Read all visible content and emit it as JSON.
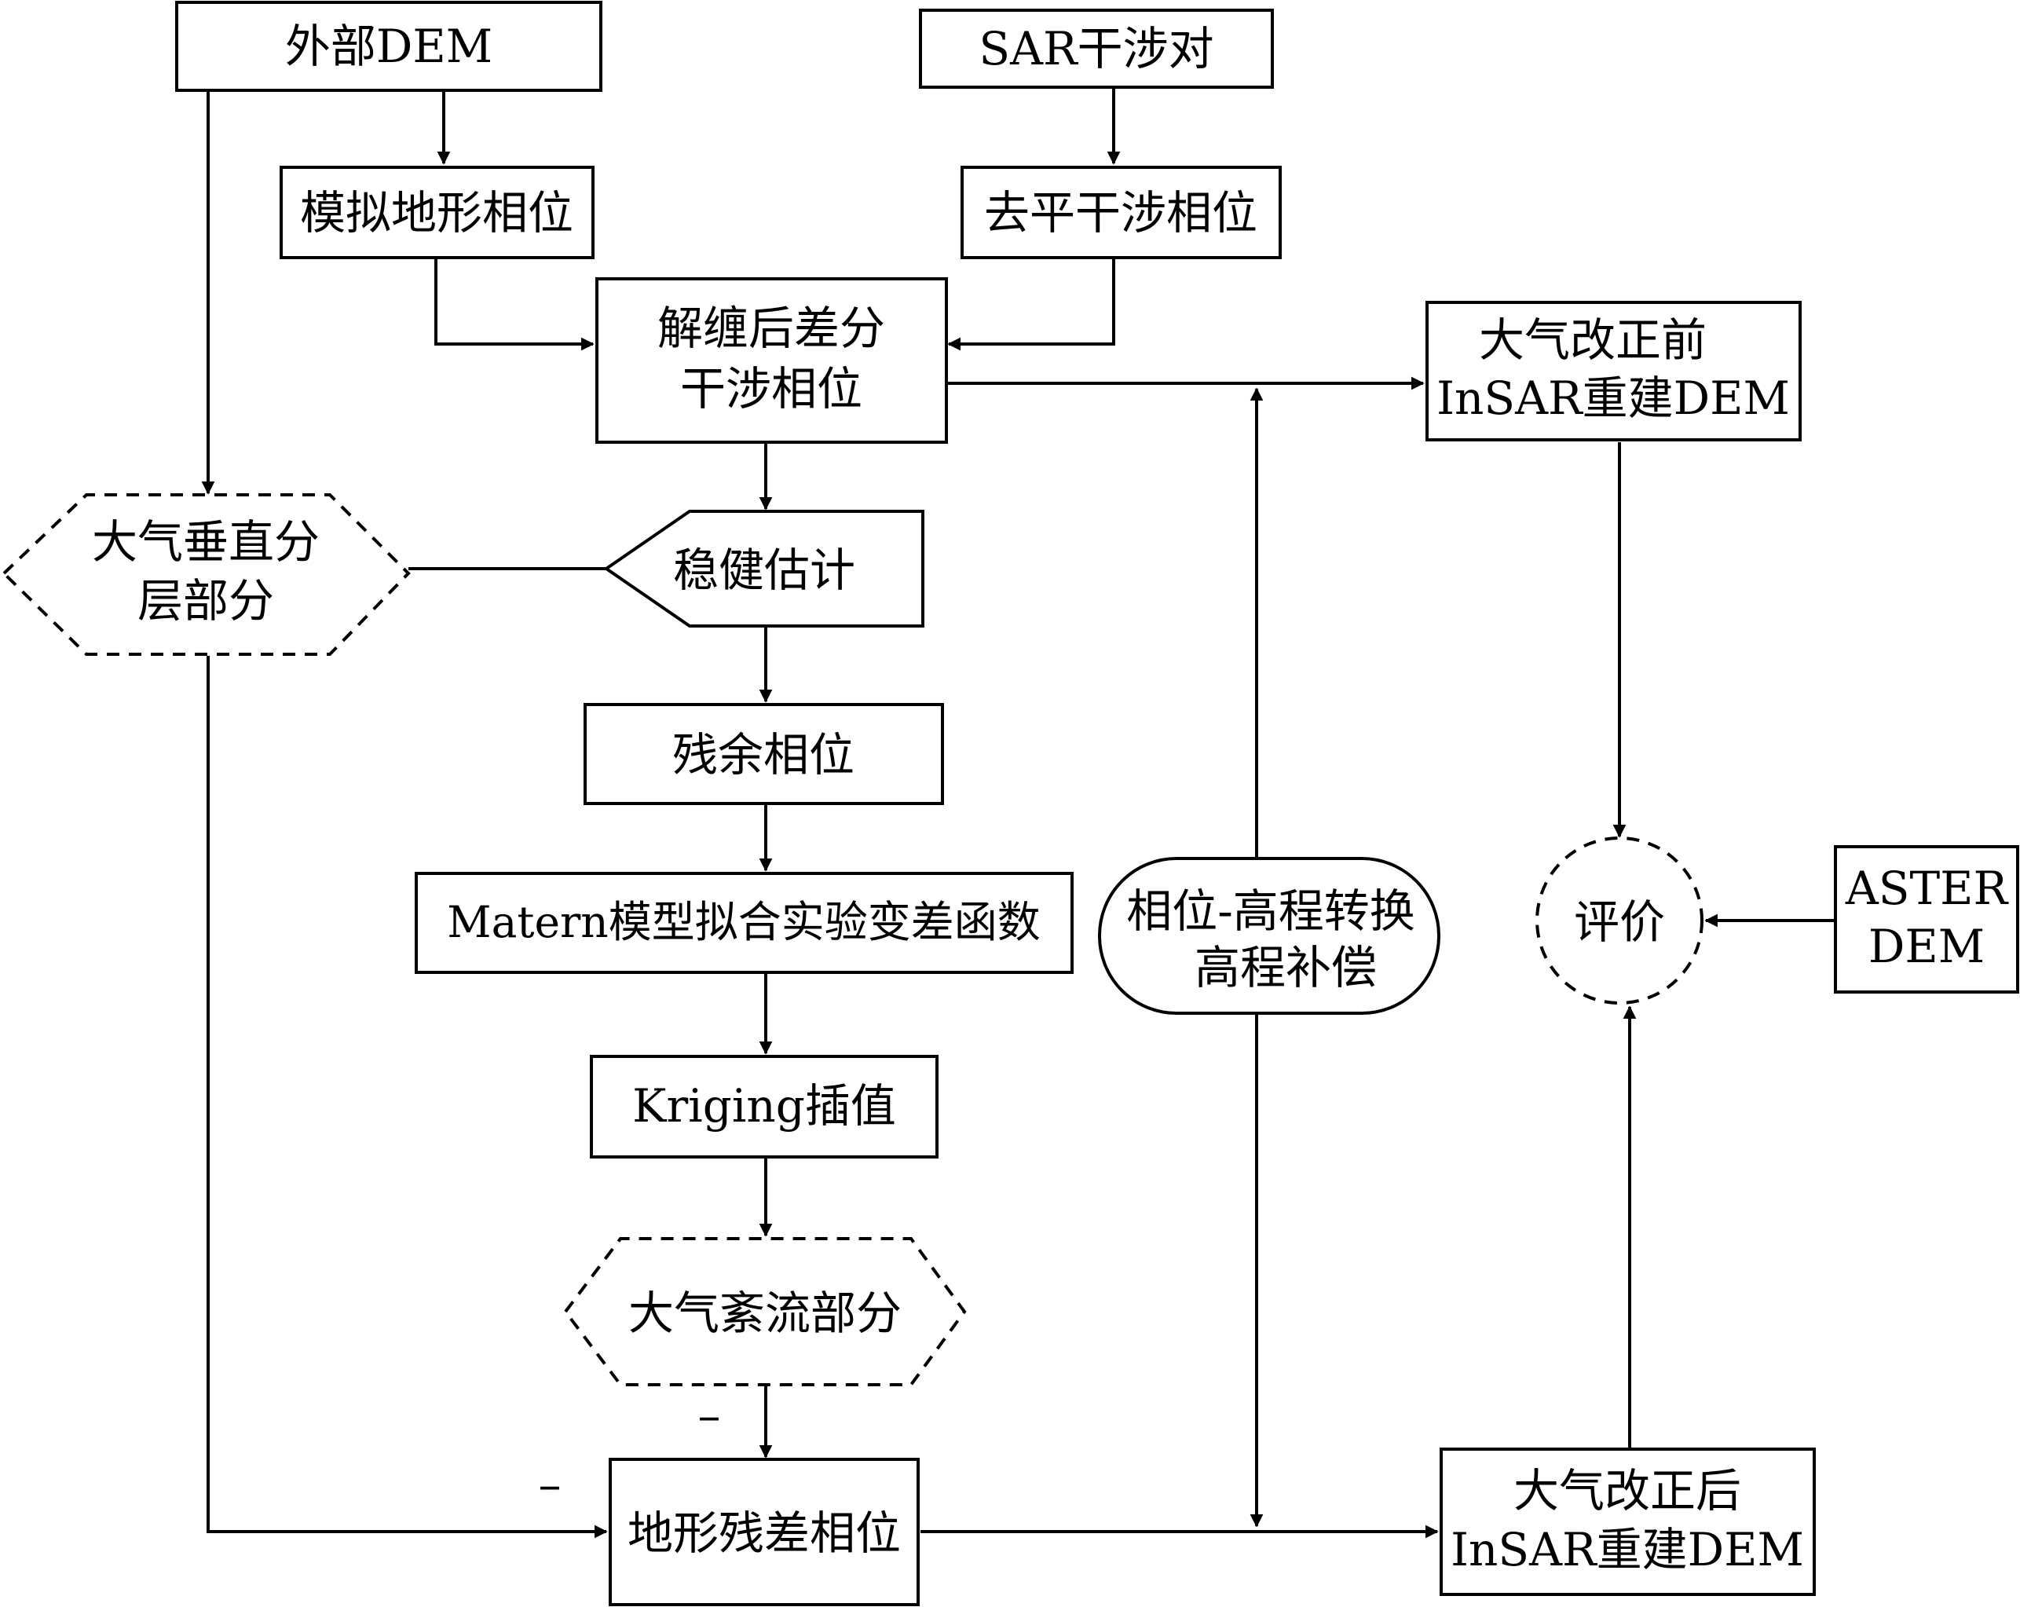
{
  "nodes": {
    "external_dem": "外部DEM",
    "sar_pair": "SAR干涉对",
    "simulated_phase": "模拟地形相位",
    "flattened_phase": "去平干涉相位",
    "unwrapped_diff": [
      "解缠后差分",
      "干涉相位"
    ],
    "before_correction": [
      "大气改正前",
      "InSAR重建DEM"
    ],
    "atm_vertical": [
      "大气垂直分",
      "层部分"
    ],
    "robust_estimation": "稳健估计",
    "residual_phase": "残余相位",
    "matern_fit": "Matern模型拟合实验变差函数",
    "kriging": "Kriging插值",
    "atm_turbulent": "大气紊流部分",
    "terrain_residual": "地形残差相位",
    "phase_height": [
      "相位-高程转换",
      "高程补偿"
    ],
    "after_correction": [
      "大气改正后",
      "InSAR重建DEM"
    ],
    "evaluation": "评价",
    "aster_dem": [
      "ASTER",
      "DEM"
    ]
  },
  "operators": {
    "minus_turbulent": "–",
    "minus_vertical": "–"
  }
}
